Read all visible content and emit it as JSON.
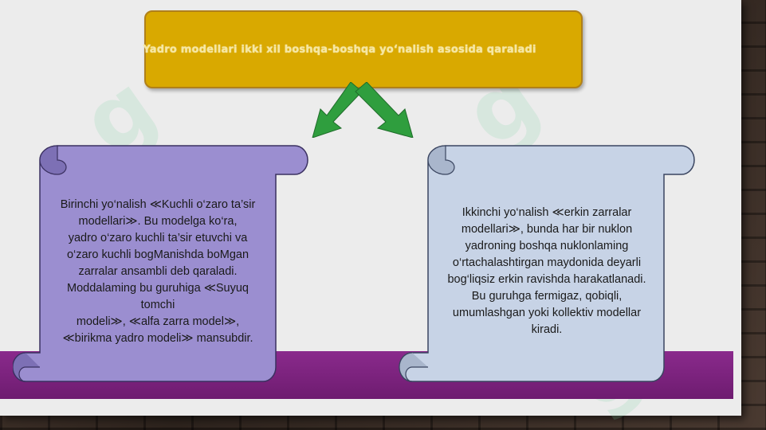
{
  "title": "Yadro modellari ikki xil boshqa-boshqa yo‘nalish asosida qaraladi",
  "left_card": {
    "lines": [
      "Birinchi yo‘nalish ≪Kuchli o‘zaro ta’sir",
      "modellari≫. Bu modelga ko‘ra,",
      "yadro o‘zaro kuchli ta’sir etuvchi va",
      "o‘zaro kuchli bogManishda boMgan",
      "zarralar ansambli deb qaraladi.",
      "Moddalaming bu guruhiga ≪Suyuq",
      "tomchi",
      "modeli≫, ≪alfa zarra model≫,",
      "≪birikma yadro modeli≫ mansubdir."
    ]
  },
  "right_card": {
    "lines": [
      "Ikkinchi yo‘nalish ≪erkin zarralar",
      "modellari≫, bunda har bir nuklon",
      "yadroning boshqa nuklonlaming",
      "o‘rtachalashtirgan maydonida deyarli",
      "bog‘liqsiz erkin ravishda harakatlanadi.",
      "Bu guruhga fermigaz, qobiqli,",
      "umumlashgan yoki kollektiv modellar",
      "kiradi."
    ]
  },
  "colors": {
    "title_bg": "#d9a900",
    "left_card_bg": "#9b8ed0",
    "right_card_bg": "#c7d3e6",
    "arrow": "#2f9e3e",
    "band": "#7a227c"
  }
}
